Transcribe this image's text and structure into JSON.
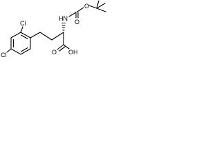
{
  "molecule": {
    "atom_labels": {
      "cl_top": "Cl",
      "cl_bottom": "Cl",
      "hn": "HN",
      "o_ester": "O",
      "o_carbonyl": "O",
      "o_acid": "O",
      "oh": "OH"
    }
  },
  "colors": {
    "ink": "#000000",
    "background": "#ffffff"
  }
}
